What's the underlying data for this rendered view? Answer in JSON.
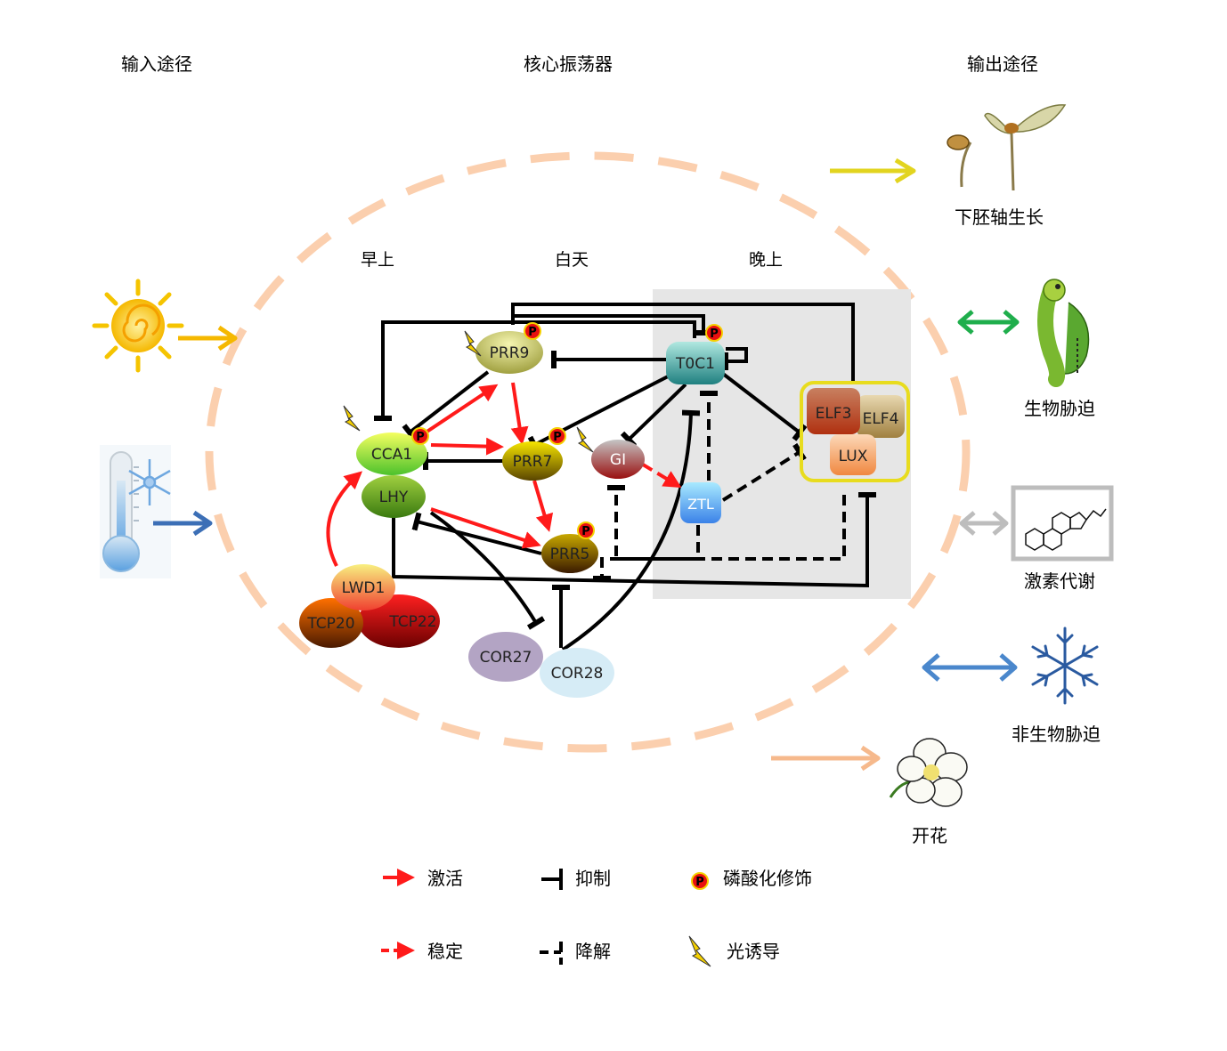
{
  "headers": {
    "input": "输入途径",
    "core": "核心振荡器",
    "output": "输出途径"
  },
  "phases": {
    "morning": "早上",
    "day": "白天",
    "night": "晚上"
  },
  "nodes": {
    "prr9": "PRR9",
    "toc1": "T0C1",
    "cca1": "CCA1",
    "lhy": "LHY",
    "prr7": "PRR7",
    "gi": "GI",
    "ztl": "ZTL",
    "prr5": "PRR5",
    "elf3": "ELF3",
    "elf4": "ELF4",
    "lux": "LUX",
    "lwd1": "LWD1",
    "tcp20": "TCP20",
    "tcp22": "TCP22",
    "cor27": "COR27",
    "cor28": "COR28"
  },
  "phospho_mark": "P",
  "outputs": {
    "hypocotyl": "下胚轴生长",
    "biotic": "生物胁迫",
    "hormone": "激素代谢",
    "abiotic": "非生物胁迫",
    "flowering": "开花"
  },
  "legend": {
    "activate": "激活",
    "inhibit": "抑制",
    "phospho": "磷酸化修饰",
    "stabilize": "稳定",
    "degrade": "降解",
    "light": "光诱导"
  },
  "colors": {
    "activation": "#ff1a1a",
    "inhibition": "#000000",
    "ring": "#fbcfae",
    "night_panel": "#e6e6e6",
    "evening_complex": "#e8dc1e",
    "hypocotyl_arrow": "#e2d41f",
    "biotic_arrow": "#1fae4c",
    "hormone_arrow": "#bdbdbd",
    "abiotic_arrow": "#4a87cc",
    "flowering_arrow": "#f6b98c",
    "sun_arrow": "#f5b800",
    "cold_arrow": "#3c6fb6"
  }
}
